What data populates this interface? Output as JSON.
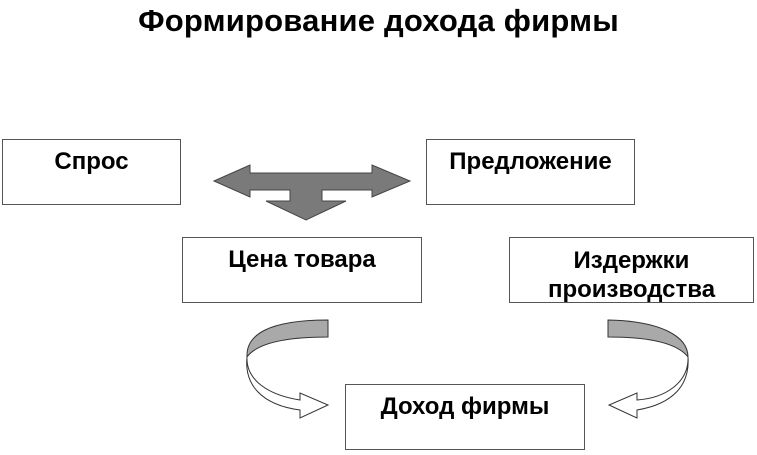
{
  "title": "Формирование дохода фирмы",
  "nodes": {
    "demand": "Спрос",
    "supply": "Предложение",
    "price": "Цена товара",
    "costs_line1": "Издержки",
    "costs_line2": "производства",
    "income": "Доход фирмы"
  },
  "colors": {
    "arrow_fill": "#7a7a7a",
    "curve_shade": "#a9a9a9",
    "box_border": "#555555"
  },
  "edges": [
    {
      "from": "demand",
      "to": "supply",
      "type": "bidirectional"
    },
    {
      "from": "demand-supply",
      "to": "price",
      "type": "down"
    },
    {
      "from": "price",
      "to": "income",
      "type": "curved"
    },
    {
      "from": "costs",
      "to": "income",
      "type": "curved"
    }
  ]
}
